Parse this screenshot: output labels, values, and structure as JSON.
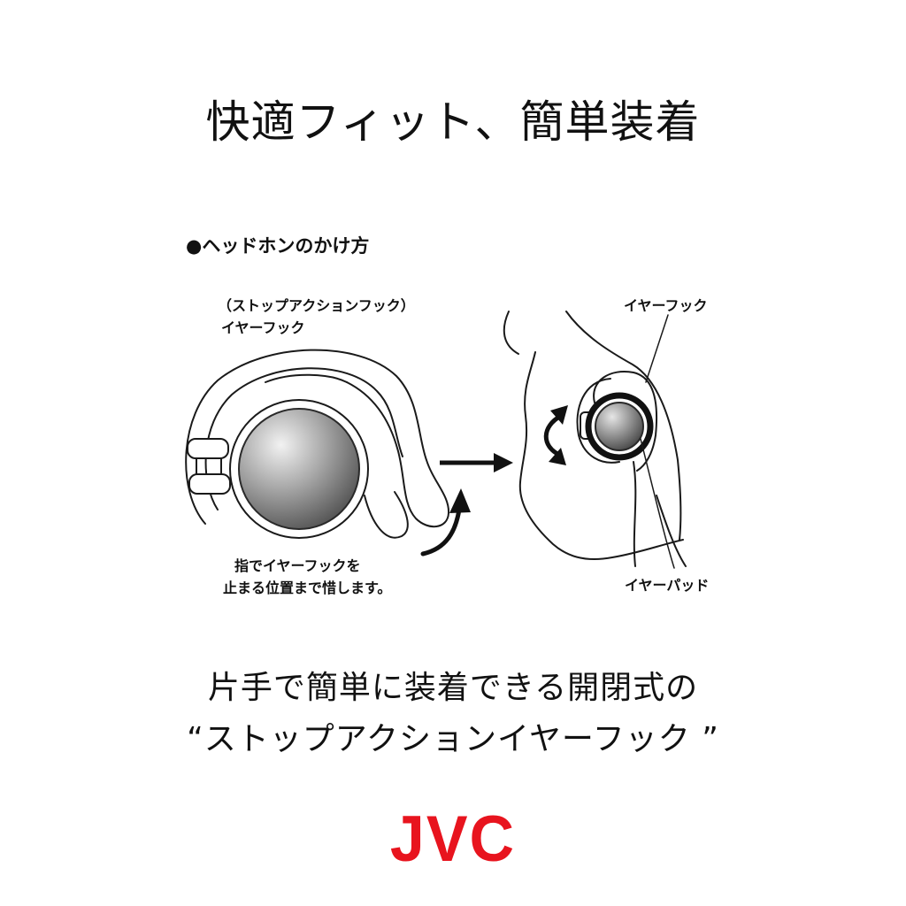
{
  "title": "快適フィット、簡単装着",
  "section_heading": "●ヘッドホンのかけ方",
  "left_diagram": {
    "label_line1": "（ストップアクションフック）",
    "label_line2": "イヤーフック",
    "instruction_line1": "指でイヤーフックを",
    "instruction_line2": "止まる位置まで惜します。"
  },
  "right_diagram": {
    "ear_hook_label": "イヤーフック",
    "ear_pad_label": "イヤーパッド"
  },
  "tagline": {
    "line1": "片手で簡単に装着できる開閉式の",
    "line2": "“ストップアクションイヤーフック ”"
  },
  "brand": {
    "logo_text": "JVC",
    "logo_color": "#e8141e"
  },
  "colors": {
    "line": "#1a1a1a",
    "background": "#ffffff"
  }
}
